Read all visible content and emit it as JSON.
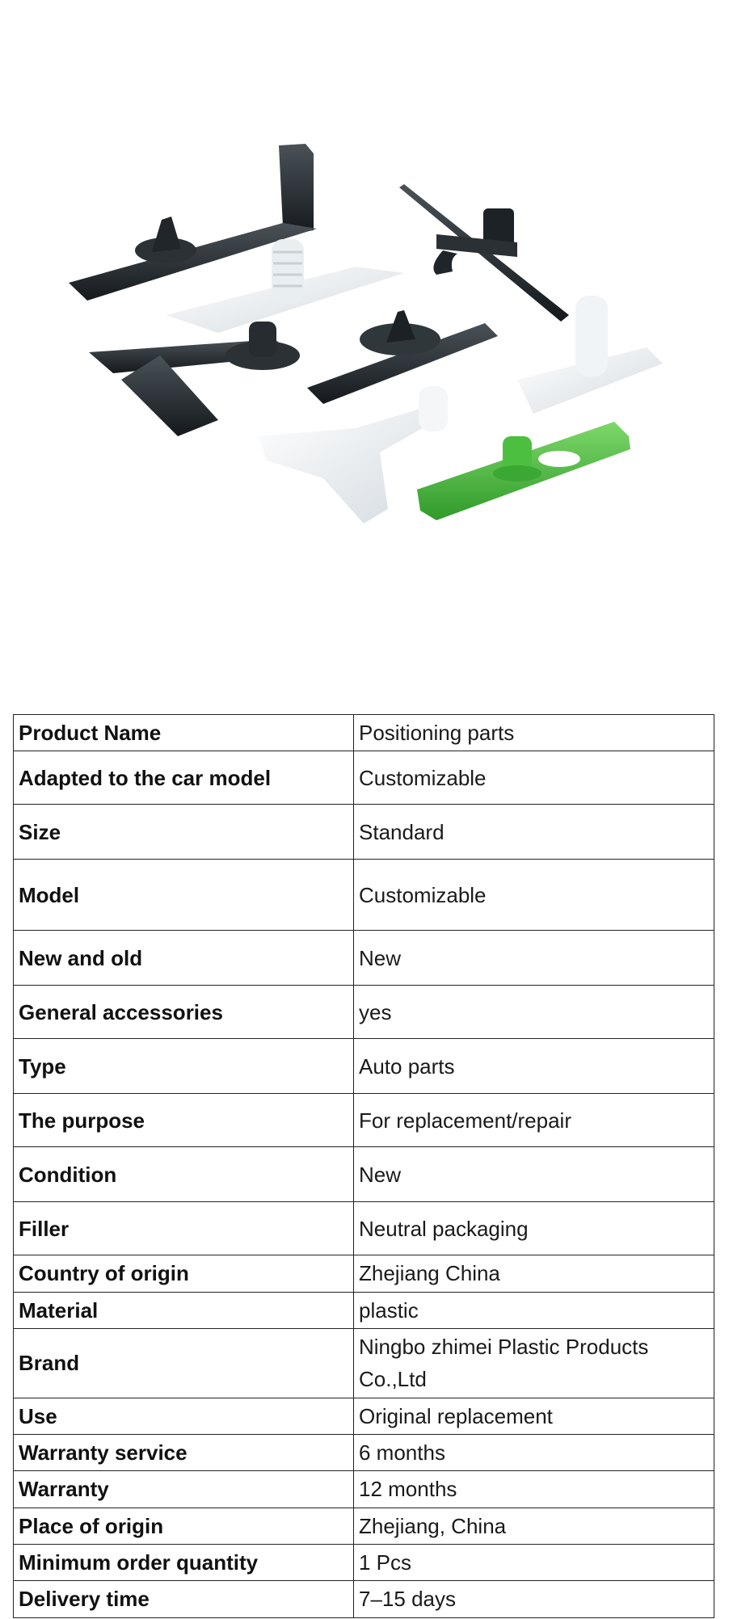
{
  "specs": [
    {
      "label": "Product Name",
      "value": "Positioning parts"
    },
    {
      "label": "Adapted to the car model",
      "value": "Customizable"
    },
    {
      "label": "Size",
      "value": "Standard"
    },
    {
      "label": "Model",
      "value": "Customizable"
    },
    {
      "label": "New and old",
      "value": "New"
    },
    {
      "label": "General accessories",
      "value": "yes"
    },
    {
      "label": "Type",
      "value": "Auto parts"
    },
    {
      "label": "The purpose",
      "value": "For replacement/repair"
    },
    {
      "label": "Condition",
      "value": "New"
    },
    {
      "label": "Filler",
      "value": "Neutral packaging"
    },
    {
      "label": "Country of origin",
      "value": "Zhejiang China"
    },
    {
      "label": "Material",
      "value": "plastic"
    },
    {
      "label": "Brand",
      "value": "Ningbo zhimei Plastic Products Co.,Ltd"
    },
    {
      "label": "Use",
      "value": "Original replacement"
    },
    {
      "label": "Warranty service",
      "value": "6 months"
    },
    {
      "label": "Warranty",
      "value": "12 months"
    },
    {
      "label": "Place of origin",
      "value": "Zhejiang, China"
    },
    {
      "label": "Minimum order quantity",
      "value": "1 Pcs"
    },
    {
      "label": "Delivery time",
      "value": "7–15 days"
    }
  ]
}
